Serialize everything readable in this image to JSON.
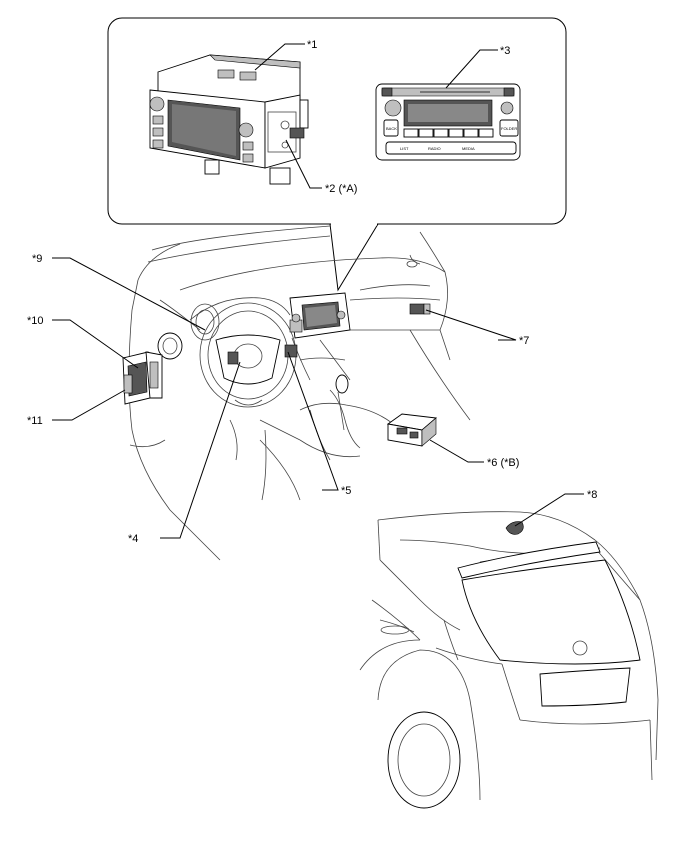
{
  "callouts": {
    "c1": "*1",
    "c2": "*2 (*A)",
    "c3": "*3",
    "c4": "*4",
    "c5": "*5",
    "c6": "*6 (*B)",
    "c7": "*7",
    "c8": "*8",
    "c9": "*9",
    "c10": "*10",
    "c11": "*11"
  },
  "radio_face_labels": {
    "list": "LIST",
    "radio": "RADIO",
    "media": "MEDIA",
    "back": "BACK",
    "folder": "FOLDER"
  }
}
